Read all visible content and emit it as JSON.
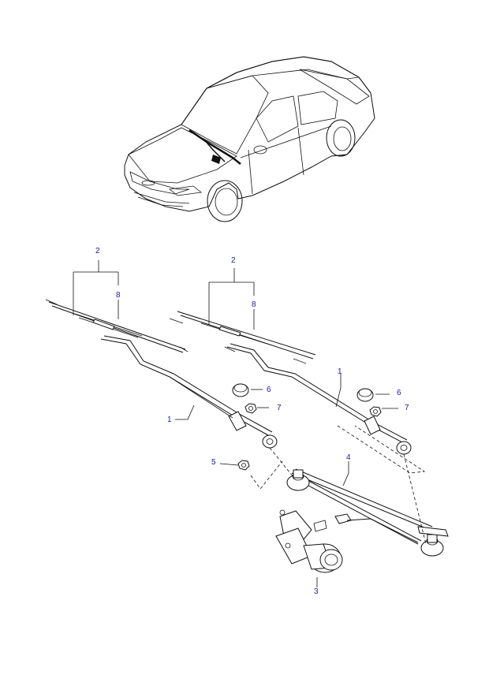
{
  "callouts": {
    "c2_left": "2",
    "c8_left": "8",
    "c2_right": "2",
    "c8_right": "8",
    "c1_left": "1",
    "c1_right": "1",
    "c6_left": "6",
    "c6_right": "6",
    "c7_left": "7",
    "c7_right": "7",
    "c4": "4",
    "c5": "5",
    "c3": "3"
  },
  "colors": {
    "callout_text": "#1a1aa0",
    "line": "#111111",
    "background": "#ffffff"
  }
}
